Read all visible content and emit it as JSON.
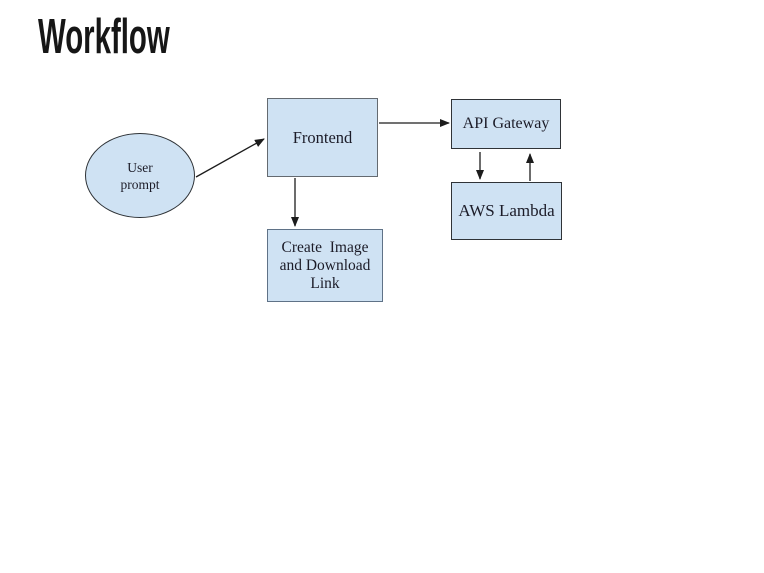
{
  "title": "Workflow",
  "diagram": {
    "nodes": {
      "user_prompt": {
        "shape": "ellipse",
        "lines": [
          "User",
          "prompt"
        ]
      },
      "frontend": {
        "shape": "rectangle",
        "label": "Frontend"
      },
      "api_gateway": {
        "shape": "rectangle",
        "label": "API Gateway"
      },
      "aws_lambda": {
        "shape": "rectangle",
        "label": "AWS Lambda"
      },
      "create_image": {
        "shape": "rectangle",
        "lines": [
          "Create  Image",
          "and Download",
          "Link"
        ]
      }
    },
    "edges": [
      {
        "from": "user_prompt",
        "to": "frontend",
        "direction": "right-up"
      },
      {
        "from": "frontend",
        "to": "api_gateway",
        "direction": "right"
      },
      {
        "from": "api_gateway",
        "to": "aws_lambda",
        "direction": "down"
      },
      {
        "from": "aws_lambda",
        "to": "api_gateway",
        "direction": "up"
      },
      {
        "from": "frontend",
        "to": "create_image",
        "direction": "down"
      }
    ],
    "colors": {
      "node_fill": "#cfe2f3",
      "node_border_dark": "#2f3337",
      "node_border_gray": "#646a70",
      "node_border_blue_gray": "#5f7287",
      "arrow": "#1c1c1c",
      "text": "#1c1c28",
      "title_text": "#161616",
      "background": "#ffffff"
    }
  }
}
